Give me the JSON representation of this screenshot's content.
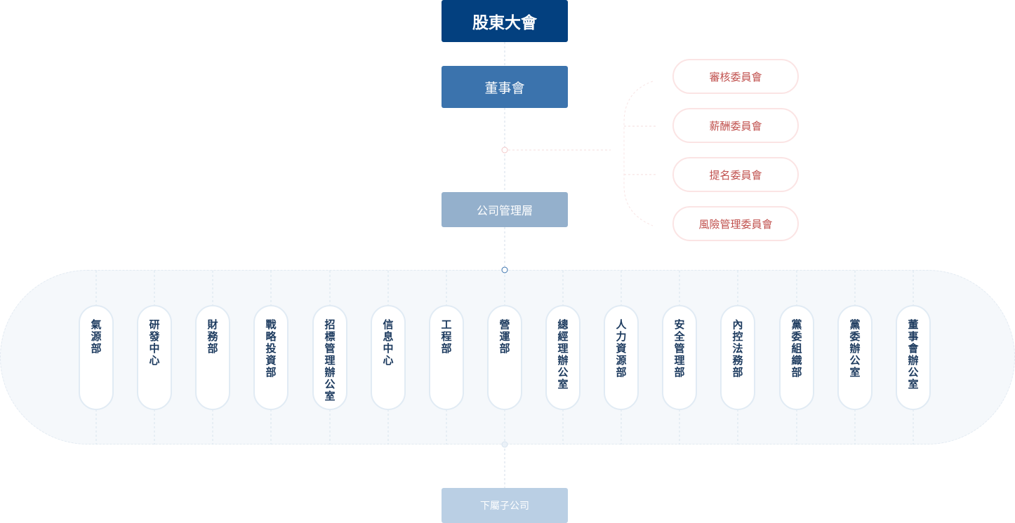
{
  "chart": {
    "shareholders": "股東大會",
    "board": "董事會",
    "management": "公司管理層",
    "subsidiaries": "下屬子公司"
  },
  "committees": [
    "審核委員會",
    "薪酬委員會",
    "提名委員會",
    "風險管理委員會"
  ],
  "departments": [
    "氣源部",
    "研發中心",
    "財務部",
    "戰略投資部",
    "招標管理辦公室",
    "信息中心",
    "工程部",
    "營運部",
    "總經理辦公室",
    "人力資源部",
    "安全管理部",
    "內控法務部",
    "黨委組織部",
    "黨委辦公室",
    "董事會辦公室"
  ],
  "colors": {
    "shareholders": "#03407f",
    "board": "#3b73ad",
    "management": "#94b0cc",
    "subsidiaries": "#bacfe4",
    "committee_text": "#c0504d",
    "committee_border": "#fbe4e4",
    "department_text": "#1c3a5e"
  }
}
